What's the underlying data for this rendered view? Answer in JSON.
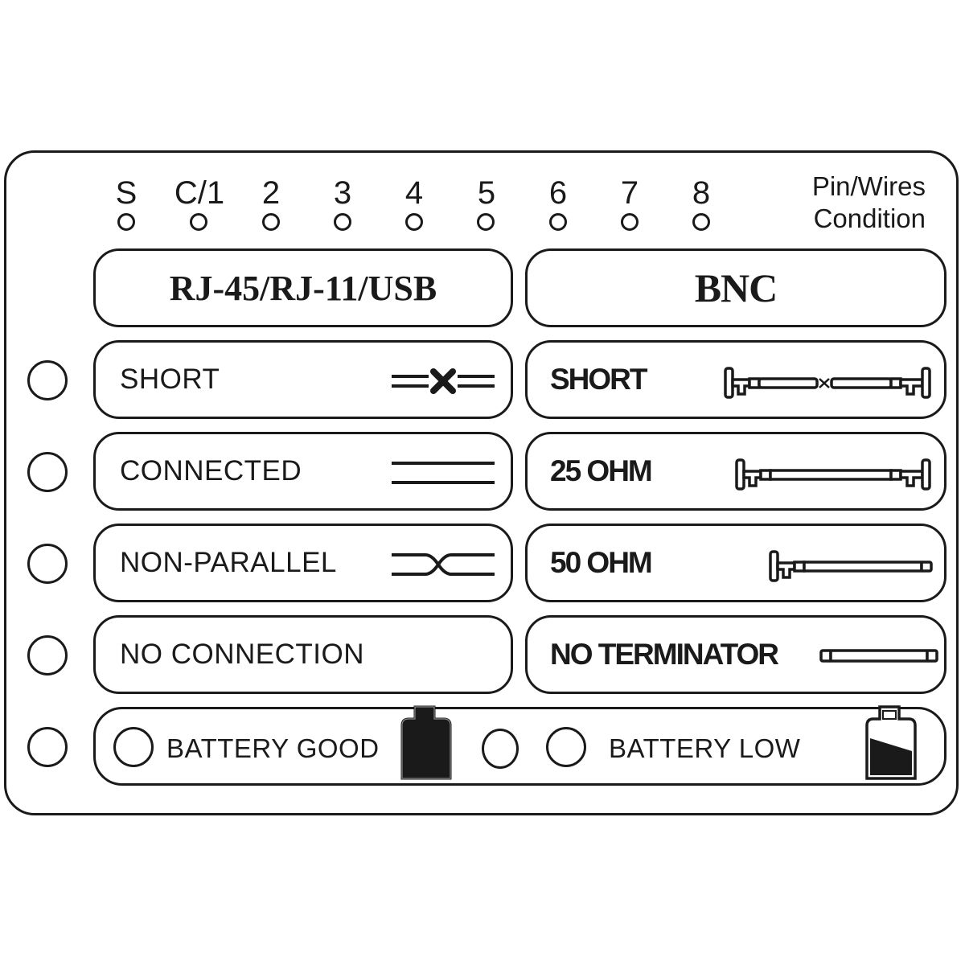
{
  "pins": {
    "labels": [
      "S",
      "C/1",
      "2",
      "3",
      "4",
      "5",
      "6",
      "7",
      "8"
    ],
    "legend_line1": "Pin/Wires",
    "legend_line2": "Condition"
  },
  "headers": {
    "left": "RJ-45/RJ-11/USB",
    "right": "BNC"
  },
  "rows": [
    {
      "left_label": "SHORT",
      "left_icon": "short-wire-icon",
      "right_label": "SHORT",
      "right_icon": "bnc-short-icon"
    },
    {
      "left_label": "CONNECTED",
      "left_icon": "connected-wire-icon",
      "right_label": "25 OHM",
      "right_icon": "bnc-25-ohm-icon"
    },
    {
      "left_label": "NON-PARALLEL",
      "left_icon": "crossed-wire-icon",
      "right_label": "50 OHM",
      "right_icon": "bnc-50-ohm-icon"
    },
    {
      "left_label": "NO CONNECTION",
      "left_icon": "",
      "right_label": "NO TERMINATOR",
      "right_icon": "bnc-no-terminator-icon"
    }
  ],
  "battery": {
    "good_label": "BATTERY GOOD",
    "low_label": "BATTERY LOW",
    "good_icon": "battery-full-icon",
    "low_icon": "battery-low-icon"
  },
  "colors": {
    "ink": "#1a1a1a",
    "background": "#ffffff"
  }
}
